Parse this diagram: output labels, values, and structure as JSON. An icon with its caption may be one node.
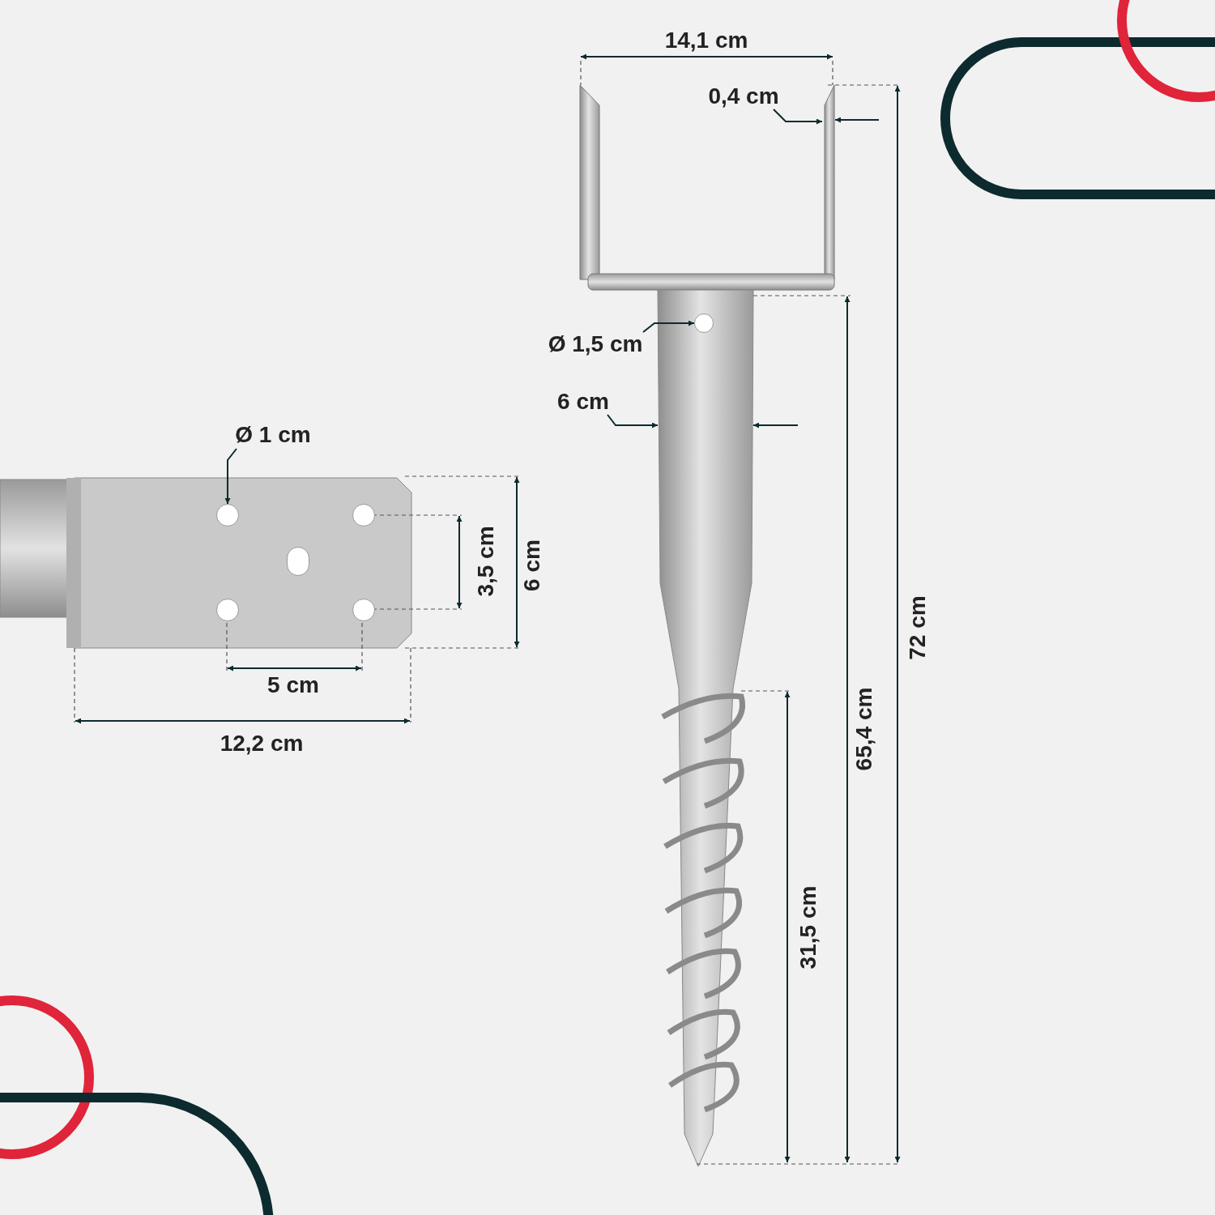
{
  "diagram": {
    "nodes": [
      {
        "text": [
          "Ø 1,5 cm"
        ]
      },
      {
        "text": [],
        "shape": "circle"
      },
      {
        "text": [
          "Ø 1 cm"
        ]
      },
      {
        "text": [],
        "shape": "circle"
      },
      {
        "text": [],
        "shape": "circle"
      },
      {
        "text": [],
        "shape": "circle"
      },
      {
        "text": [],
        "shape": "circle"
      },
      {
        "text": [],
        "shape": "circle"
      }
    ],
    "edges": [
      {
        "from": 0,
        "to": 1,
        "arrow": "to"
      },
      {
        "from": 2,
        "to": 3,
        "arrow": "to"
      }
    ],
    "labels": [
      "14,1 cm",
      "0,4 cm",
      "6 cm",
      "3,5 cm",
      "6 cm",
      "5 cm",
      "12,2 cm",
      "72 cm",
      "65,4 cm",
      "31,5 cm"
    ]
  }
}
